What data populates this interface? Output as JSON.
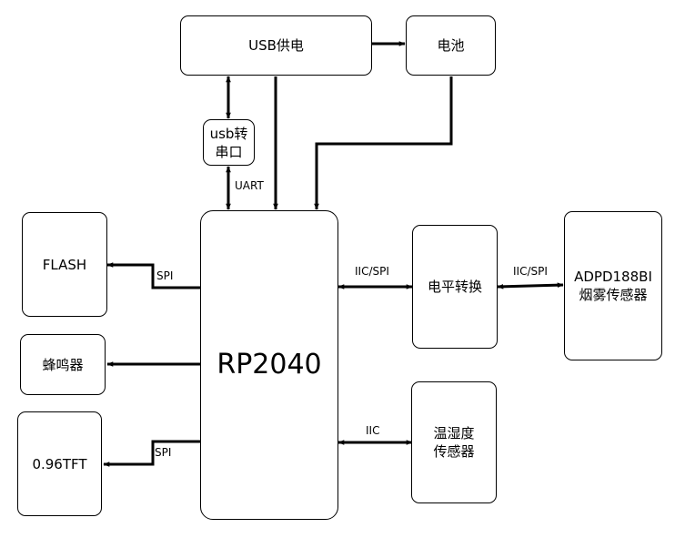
{
  "blocks": {
    "usb_power": "USB供电",
    "battery": "电池",
    "usb_to_serial": "usb转\n串口",
    "flash": "FLASH",
    "buzzer": "蜂鸣器",
    "tft": "0.96TFT",
    "mcu": "RP2040",
    "level_shifter": "电平转换",
    "smoke_sensor": "ADPD188BI\n烟雾传感器",
    "temp_humidity_sensor": "温湿度\n传感器"
  },
  "links": {
    "uart": "UART",
    "flash_spi": "SPI",
    "tft_spi": "SPI",
    "mcu_level_shifter": "IIC/SPI",
    "level_shifter_smoke": "IIC/SPI",
    "temp_iic": "IIC"
  }
}
